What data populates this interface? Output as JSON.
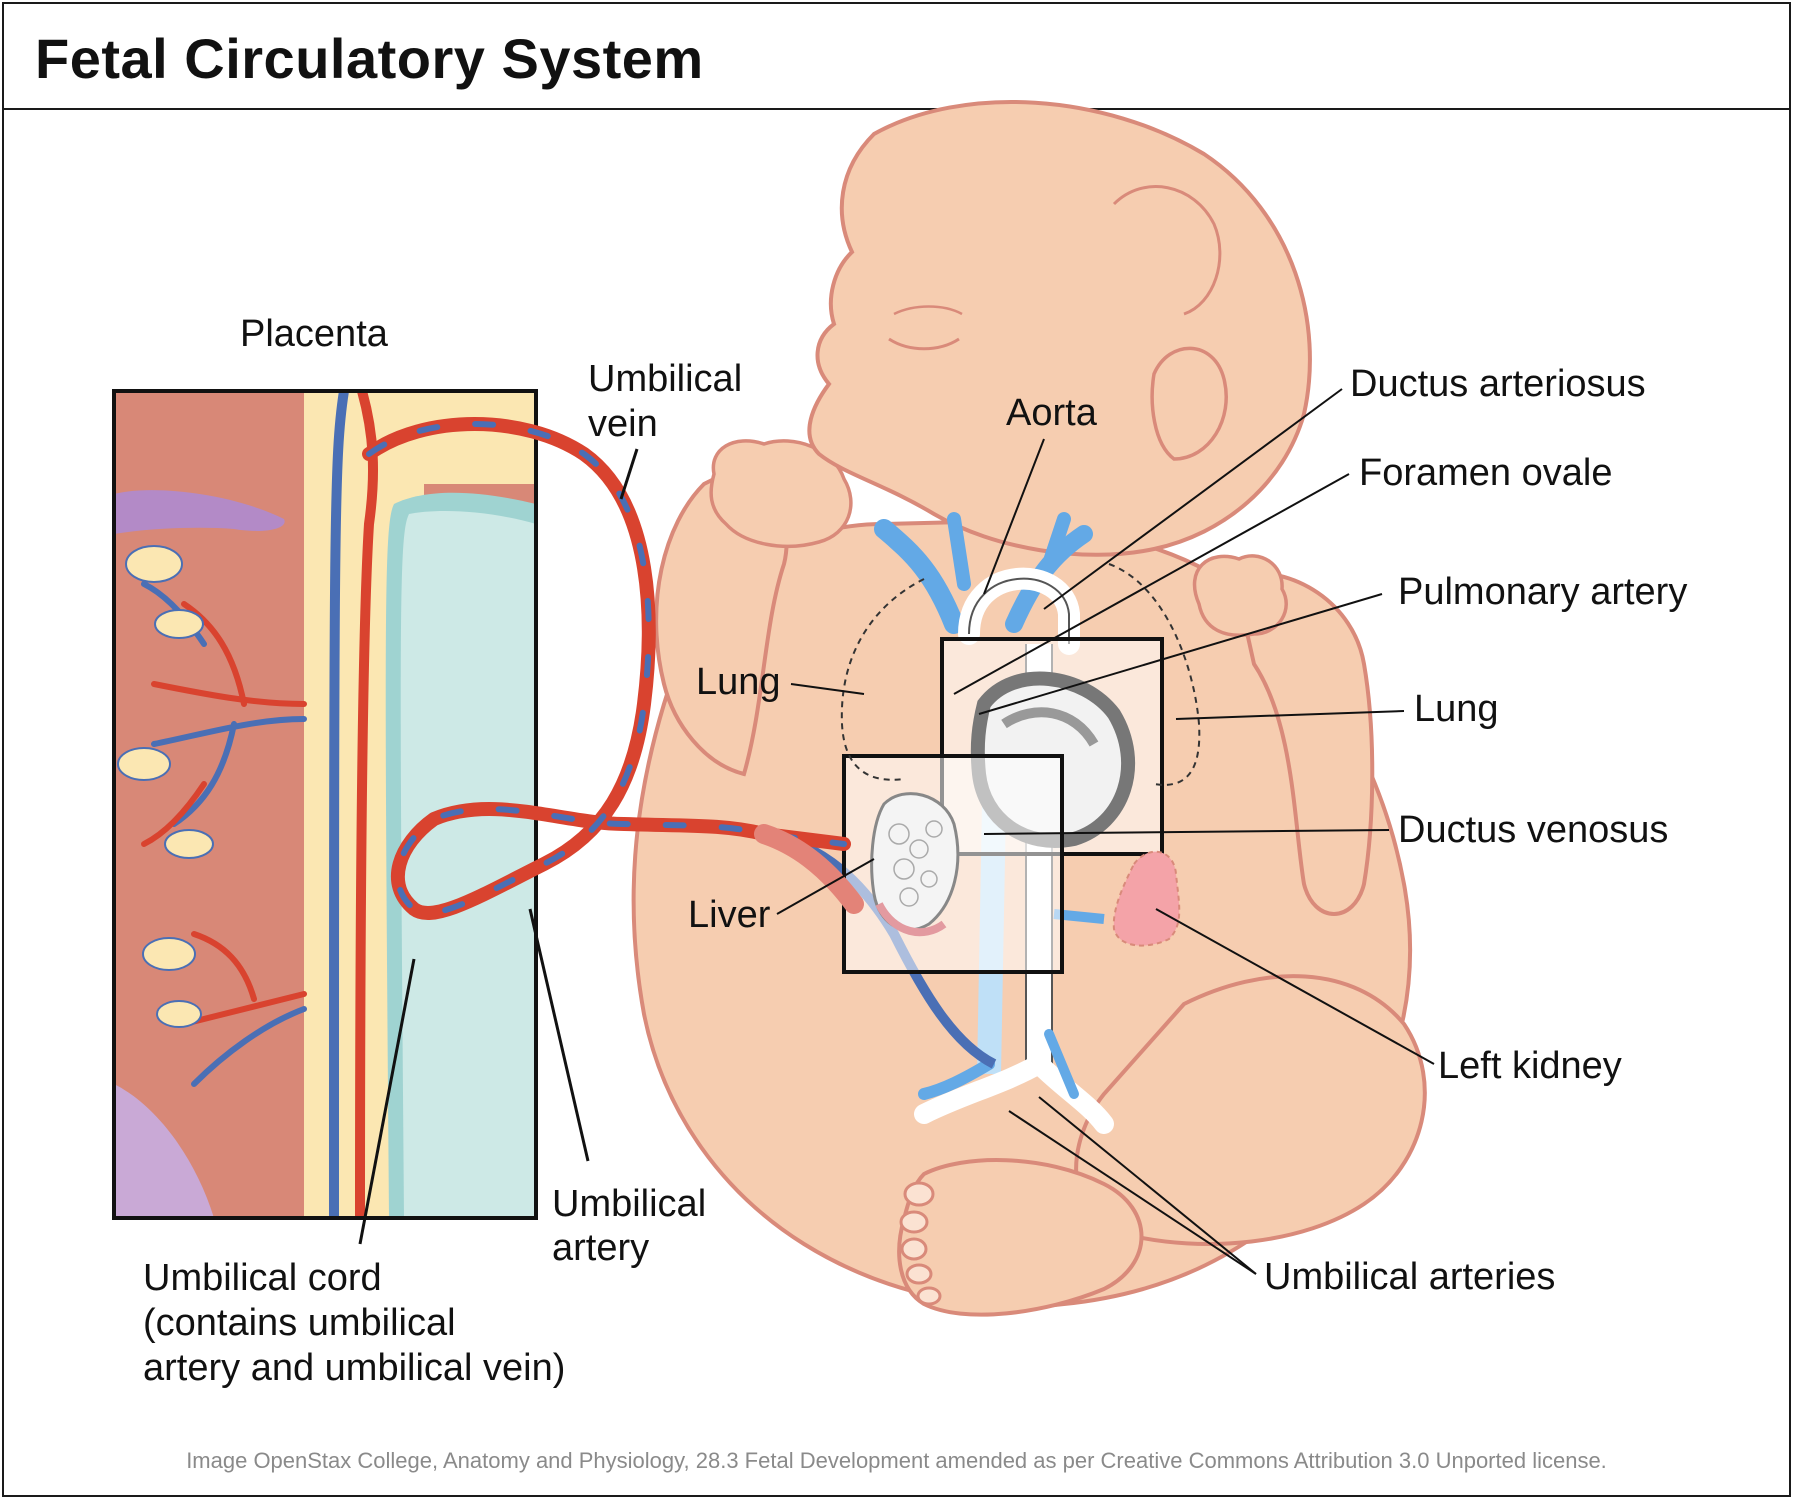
{
  "title": "Fetal Circulatory System",
  "credit": "Image OpenStax College, Anatomy and Physiology, 28.3 Fetal Development amended as per Creative Commons Attribution 3.0 Unported license.",
  "labels": {
    "placenta": "Placenta",
    "umbilical_vein_1": "Umbilical",
    "umbilical_vein_2": "vein",
    "aorta": "Aorta",
    "ductus_arteriosus": "Ductus arteriosus",
    "foramen_ovale": "Foramen ovale",
    "pulmonary_artery": "Pulmonary artery",
    "lung_left": "Lung",
    "lung_right": "Lung",
    "ductus_venosus": "Ductus venosus",
    "liver": "Liver",
    "left_kidney": "Left kidney",
    "umbilical_artery_1": "Umbilical",
    "umbilical_artery_2": "artery",
    "umbilical_cord_1": "Umbilical cord",
    "umbilical_cord_2": "(contains umbilical",
    "umbilical_cord_3": "artery and umbilical vein)",
    "umbilical_arteries": "Umbilical arteries"
  },
  "colors": {
    "skin": "#f6cdb0",
    "skin_outline": "#d98a7a",
    "artery": "#d9432f",
    "vein": "#4a6fb5",
    "deoxygenated_vessel": "#63a9e6",
    "placenta_tissue": "#d88877",
    "amniotic": "#9fd3d1",
    "kidney": "#f4a3a8"
  }
}
